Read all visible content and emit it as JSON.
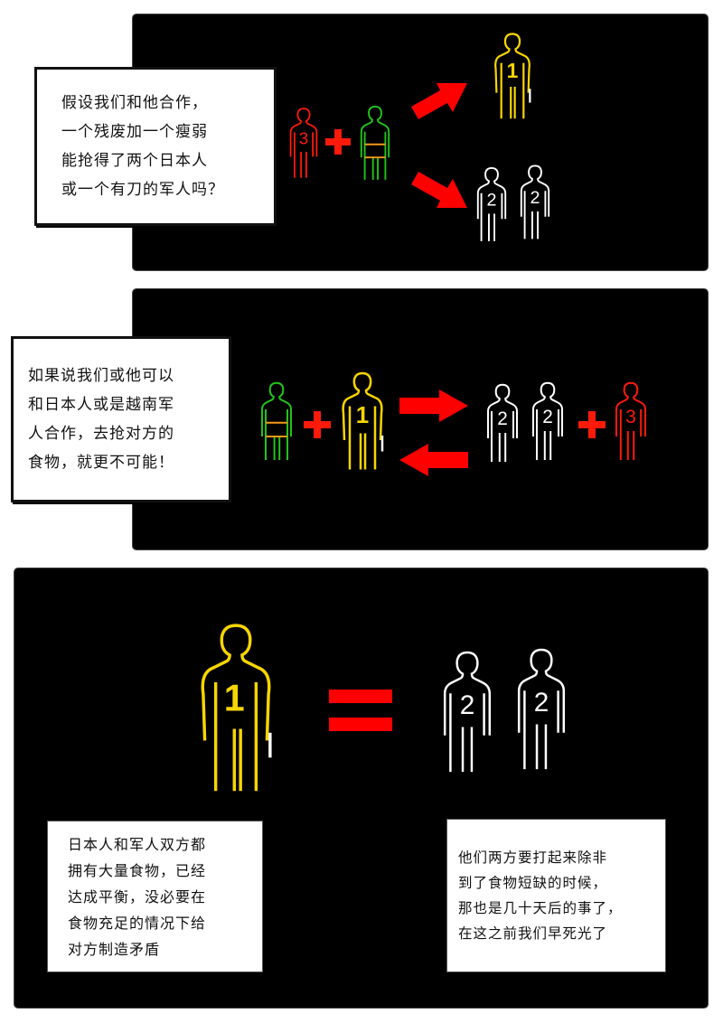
{
  "colors": {
    "panel_bg": "#000000",
    "page_bg": "#ffffff",
    "red": "#ff1a0a",
    "green": "#22c418",
    "yellow": "#f7d500",
    "white": "#ffffff",
    "orange_band": "#f59a1a",
    "arrow_red": "#ff0000"
  },
  "panel1": {
    "caption": [
      "假设我们和他合作，",
      "一个残废加一个瘦弱",
      "能抢得了两个日本人",
      "或一个有刀的军人吗？"
    ],
    "figures": [
      {
        "role": "crippled-person",
        "label": "3",
        "color": "red"
      },
      {
        "role": "weak-person",
        "label": "",
        "color": "green"
      },
      {
        "role": "soldier-with-knife",
        "label": "1",
        "color": "yellow"
      },
      {
        "role": "japanese-person-a",
        "label": "2",
        "color": "white"
      },
      {
        "role": "japanese-person-b",
        "label": "2",
        "color": "white"
      }
    ],
    "operators": {
      "plus": "+"
    }
  },
  "panel2": {
    "caption": [
      "如果说我们或他可以",
      "和日本人或是越南军",
      "人合作，去抢对方的",
      "食物，就更不可能！"
    ],
    "figures": [
      {
        "role": "weak-person",
        "label": "",
        "color": "green"
      },
      {
        "role": "soldier-with-knife",
        "label": "1",
        "color": "yellow"
      },
      {
        "role": "japanese-person-a",
        "label": "2",
        "color": "white"
      },
      {
        "role": "japanese-person-b",
        "label": "2",
        "color": "white"
      },
      {
        "role": "crippled-person",
        "label": "3",
        "color": "red"
      }
    ],
    "operators": {
      "plus_left": "+",
      "plus_right": "+"
    }
  },
  "panel3": {
    "caption_left": [
      "日本人和军人双方都",
      "拥有大量食物，已经",
      "达成平衡，没必要在",
      "食物充足的情况下给",
      "对方制造矛盾"
    ],
    "caption_right": [
      "他们两方要打起来除非",
      "到了食物短缺的时候，",
      "那也是几十天后的事了，",
      "在这之前我们早死光了"
    ],
    "figures": [
      {
        "role": "soldier-with-knife",
        "label": "1",
        "color": "yellow"
      },
      {
        "role": "japanese-person-a",
        "label": "2",
        "color": "white"
      },
      {
        "role": "japanese-person-b",
        "label": "2",
        "color": "white"
      }
    ],
    "operators": {
      "equals": "="
    }
  }
}
